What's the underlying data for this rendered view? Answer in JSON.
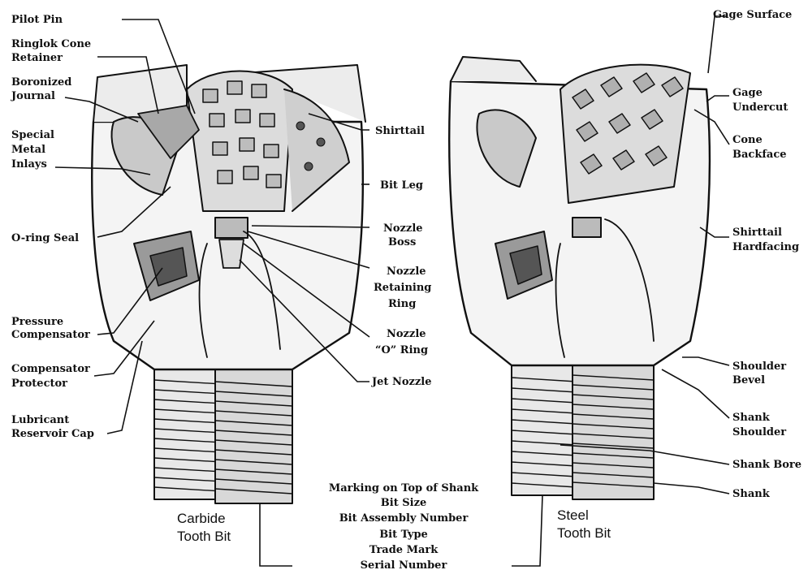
{
  "left_bit": {
    "caption": [
      "Carbide",
      "Tooth Bit"
    ],
    "labels": {
      "pilot_pin": [
        "Pilot Pin"
      ],
      "ringlok": [
        "Ringlok Cone",
        "Retainer"
      ],
      "boronized": [
        "Boronized",
        "Journal"
      ],
      "special_metal": [
        "Special",
        "Metal",
        "Inlays"
      ],
      "oring_seal": [
        "O-ring Seal"
      ],
      "pressure_comp": [
        "Pressure",
        "Compensator"
      ],
      "comp_protector": [
        "Compensator",
        "Protector"
      ],
      "lubricant_cap": [
        "Lubricant",
        "Reservoir Cap"
      ],
      "shirttail": [
        "Shirttail"
      ],
      "bit_leg": [
        "Bit Leg"
      ],
      "nozzle_boss": [
        "Nozzle",
        "Boss"
      ],
      "nozzle_ring": [
        "Nozzle",
        "Retaining",
        "Ring"
      ],
      "nozzle_o_ring": [
        "Nozzle",
        "“O” Ring"
      ],
      "jet_nozzle": [
        "Jet Nozzle"
      ]
    }
  },
  "right_bit": {
    "caption": [
      "Steel",
      "Tooth Bit"
    ],
    "labels": {
      "gage_surface": [
        "Gage Surface"
      ],
      "gage_undercut": [
        "Gage",
        "Undercut"
      ],
      "cone_backface": [
        "Cone",
        "Backface"
      ],
      "shirttail_hardface": [
        "Shirttail",
        "Hardfacing"
      ],
      "shoulder_bevel": [
        "Shoulder",
        "Bevel"
      ],
      "shank_shoulder": [
        "Shank",
        "Shoulder"
      ],
      "shank_bore": [
        "Shank Bore"
      ],
      "shank": [
        "Shank"
      ]
    }
  },
  "marking": [
    "Marking on Top of Shank",
    "Bit Size",
    "Bit Assembly Number",
    "Bit Type",
    "Trade Mark",
    "Serial Number"
  ]
}
